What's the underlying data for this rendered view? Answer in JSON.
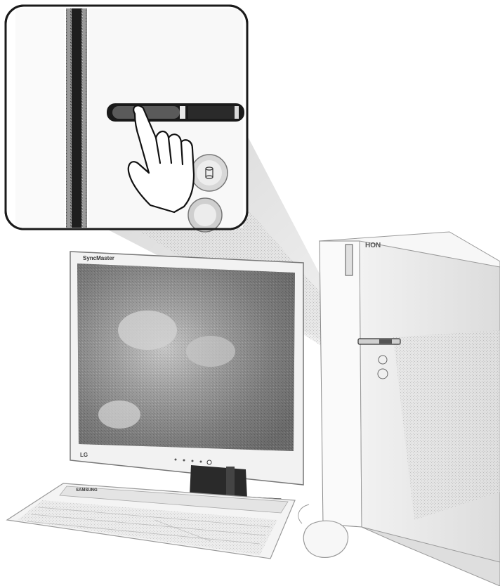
{
  "illustration": {
    "tower_brand": "HON",
    "monitor_brand": "SyncMaster",
    "monitor_logo": "LG",
    "keyboard_brand": "SAMSUNG"
  },
  "callout": {
    "action": "press-drive-eject-button",
    "icon": "hand-pointer-icon"
  },
  "colors": {
    "outline": "#1a1a1a",
    "screen_dark": "#6e6e6e",
    "screen_light": "#d8d8d8",
    "body_light": "#f4f4f4",
    "shadow_gray": "#c8c8c8"
  }
}
